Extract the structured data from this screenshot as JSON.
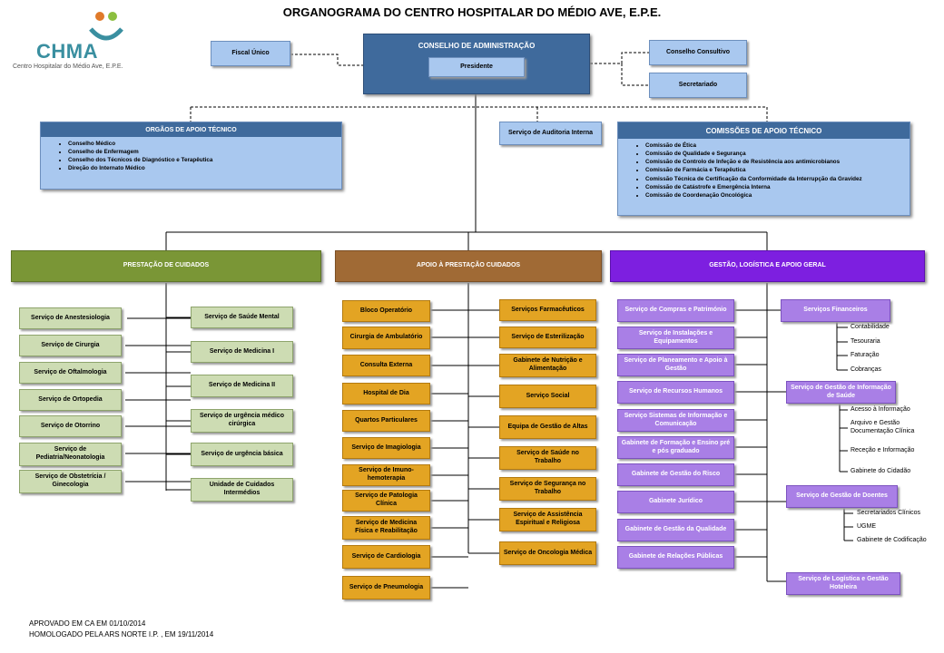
{
  "title": "ORGANOGRAMA DO CENTRO HOSPITALAR DO MÉDIO AVE, E.P.E.",
  "logo": {
    "text": "CHMA",
    "subtitle": "Centro Hospitalar do Médio Ave, E.P.E."
  },
  "board": {
    "title": "CONSELHO DE ADMINISTRAÇÃO",
    "president": "Presidente"
  },
  "fiscal": "Fiscal Único",
  "consultivo": "Conselho Consultivo",
  "secretariado": "Secretariado",
  "auditoria": "Serviço de Auditoria Interna",
  "apoio_tecnico": {
    "title": "ORGÃOS DE APOIO TÉCNICO",
    "items": [
      "Conselho Médico",
      "Conselho de Enfermagem",
      "Conselho dos Técnicos de Diagnóstico e Terapêutica",
      "Direção do Internato Médico"
    ]
  },
  "comissoes": {
    "title": "COMISSÕES  DE APOIO  TÉCNICO",
    "items": [
      "Comissão de Ética",
      "Comissão de Qualidade e Segurança",
      "Comissão de Controlo de Infeção e de Resistência aos antimicrobianos",
      "Comissão de Farmácia e Terapêutica",
      "Comissão Técnica de Certificação da Conformidade da Interrupção  da Gravidez",
      "Comissão de Catástrofe e Emergência Interna",
      "Comissão de Coordenação Oncológica"
    ]
  },
  "sections": {
    "prestacao": "PRESTAÇÃO DE CUIDADOS",
    "apoio": "APOIO  À PRESTAÇÃO CUIDADOS",
    "gestao": "GESTÃO, LOGÍSTICA  E APOIO GERAL"
  },
  "prestacao_left": [
    "Serviço de  Anestesiologia",
    "Serviço de  Cirurgia",
    "Serviço de Oftalmologia",
    "Serviço de Ortopedia",
    "Serviço de Otorrino",
    "Serviço de Pediatria/Neonatologia",
    "Serviço de Obstetrícia  / Ginecologia"
  ],
  "prestacao_right": [
    "Serviço de Saúde Mental",
    "Serviço de Medicina  I",
    "Serviço de Medicina  II",
    "Serviço de urgência médico cirúrgica",
    "Serviço de urgência básica",
    "Unidade de Cuidados Intermédios"
  ],
  "apoio_left": [
    "Bloco Operatório",
    "Cirurgia de Ambulatório",
    "Consulta  Externa",
    "Hospital de Dia",
    "Quartos  Particulares",
    "Serviço de  Imagiologia",
    "Serviço de Imuno-hemoterapia",
    "Serviço de Patologia Clínica",
    "Serviço de Medicina Física e Reabilitação",
    "Serviço de Cardiologia",
    "Serviço de Pneumologia"
  ],
  "apoio_right": [
    "Serviços Farmacêuticos",
    "Serviço de Esterilização",
    "Gabinete de Nutrição e Alimentação",
    "Serviço Social",
    "Equipa de Gestão de Altas",
    "Serviço de Saúde no Trabalho",
    "Serviço de Segurança no Trabalho",
    "Serviço de Assistência Espiritual e Religiosa",
    "Serviço de Oncologia Médica"
  ],
  "gestao_left": [
    "Serviço  de Compras e Património",
    "Serviço de Instalações e Equipamentos",
    "Serviço de Planeamento e Apoio à Gestão",
    "Serviço de Recursos Humanos",
    "Serviço Sistemas de Informação e Comunicação",
    "Gabinete de Formação e Ensino pré e pós graduado",
    "Gabinete de  Gestão do Risco",
    "Gabinete Jurídico",
    "Gabinete de Gestão da Qualidade",
    "Gabinete de  Relações Públicas"
  ],
  "gestao_right": {
    "financeiros": {
      "label": "Serviços Financeiros",
      "subs": [
        "Contabilidade",
        "Tesouraria",
        "Faturação",
        "Cobranças"
      ]
    },
    "informacao": {
      "label": "Serviço de Gestão de Informação de Saúde",
      "subs": [
        "Acesso à Informação",
        "Arquivo e Gestão Documentação Clínica",
        "Receção e Informação",
        "Gabinete do Cidadão"
      ]
    },
    "doentes": {
      "label": "Serviço de Gestão de Doentes",
      "subs": [
        "Secretariados Clínicos",
        "UGME",
        "Gabinete de Codificação"
      ]
    },
    "logistica": {
      "label": "Serviço de Logística e Gestão Hoteleira"
    }
  },
  "footer": [
    "APROVADO EM CA EM  01/10/2014",
    "HOMOLOGADO PELA ARS NORTE I.P. , EM 19/11/2014"
  ],
  "colors": {
    "light_blue": "#a9c8ef",
    "dark_blue": "#3f6a9c",
    "green": "#7a9636",
    "brown": "#a06a35",
    "purple": "#7d1fe0",
    "orange": "#e3a423"
  }
}
